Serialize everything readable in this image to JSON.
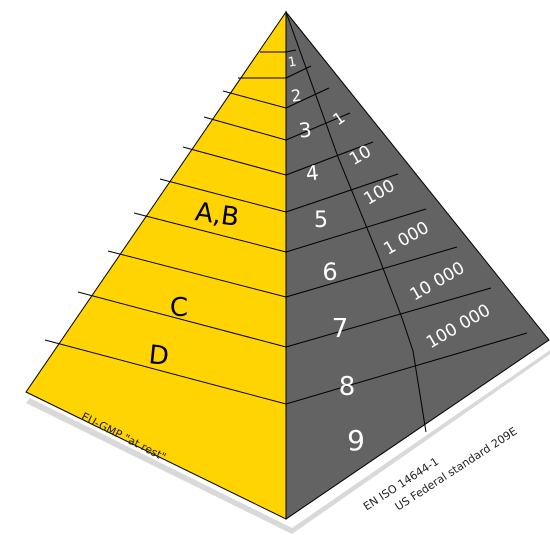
{
  "colors": {
    "left_face": "#ffd400",
    "right_face": "#636363",
    "edge": "#000000",
    "shadow": "#d9d9d9"
  },
  "iso_classes": [
    "1",
    "2",
    "3",
    "4",
    "5",
    "6",
    "7",
    "8",
    "9"
  ],
  "federal_classes": [
    "1",
    "10",
    "100",
    "1 000",
    "10 000",
    "100 000"
  ],
  "gmp_grades": [
    "A,B",
    "C",
    "D"
  ],
  "captions": {
    "left": "EU-GMP \"at rest\"",
    "right_line1": "EN ISO 14644-1",
    "right_line2": "US Federal standard 209E"
  }
}
